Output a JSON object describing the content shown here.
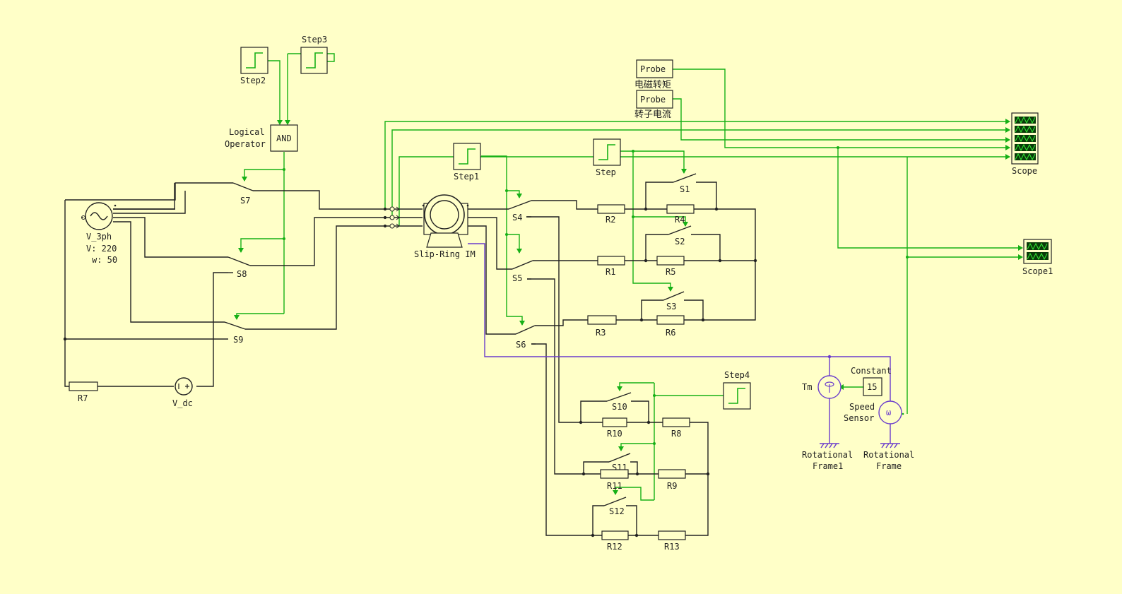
{
  "labels": {
    "step2": "Step2",
    "step3": "Step3",
    "and_text": "AND",
    "logical_operator_1": "Logical",
    "logical_operator_2": "Operator",
    "vsrc_name": "V_3ph",
    "vsrc_v": "V: 220",
    "vsrc_w": "w: 50",
    "s7": "S7",
    "s8": "S8",
    "s9": "S9",
    "r7": "R7",
    "vdc": "V_dc",
    "motor": "Slip-Ring IM",
    "step1": "Step1",
    "step": "Step",
    "s4": "S4",
    "s5": "S5",
    "s6": "S6",
    "s1": "S1",
    "s2": "S2",
    "s3": "S3",
    "r1": "R1",
    "r2": "R2",
    "r3": "R3",
    "r4": "R4",
    "r5": "R5",
    "r6": "R6",
    "probe1": "Probe",
    "probe1_name": "电磁转矩",
    "probe2": "Probe",
    "probe2_name": "转子电流",
    "scope": "Scope",
    "scope1": "Scope1",
    "step4": "Step4",
    "s10": "S10",
    "s11": "S11",
    "s12": "S12",
    "r8": "R8",
    "r9": "R9",
    "r10": "R10",
    "r11": "R11",
    "r12": "R12",
    "r13": "R13",
    "tm": "Tm",
    "constant": "Constant",
    "constant_value": "15",
    "speed_sensor_1": "Speed",
    "speed_sensor_2": "Sensor",
    "rot_frame1_1": "Rotational",
    "rot_frame1_2": "Frame1",
    "rot_frame_1": "Rotational",
    "rot_frame_2": "Frame"
  },
  "colors": {
    "background": "#ffffc8",
    "electrical_wire": "#222222",
    "signal_wire": "#16b016",
    "mechanical_wire": "#6a3ccc",
    "scope_screen": "#0a3a0a"
  }
}
